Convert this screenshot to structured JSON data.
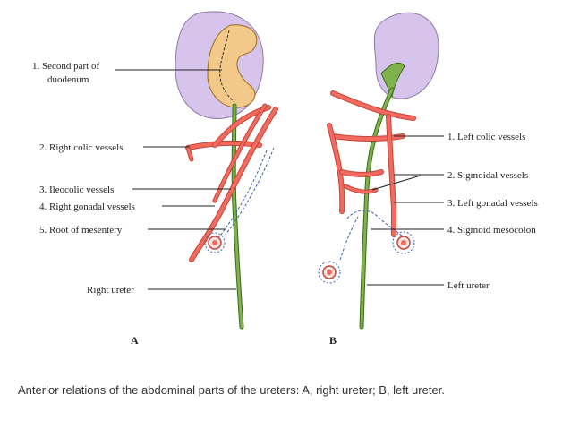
{
  "panels": [
    {
      "letter": "A",
      "labels": [
        {
          "lines": [
            "1. Second part of",
            "duodenum"
          ]
        },
        {
          "lines": [
            "2. Right colic vessels"
          ]
        },
        {
          "lines": [
            "3. Ileocolic vessels"
          ]
        },
        {
          "lines": [
            "4. Right gonadal vessels"
          ]
        },
        {
          "lines": [
            "5. Root of mesentery"
          ]
        },
        {
          "lines": [
            "Right ureter"
          ]
        }
      ]
    },
    {
      "letter": "B",
      "labels": [
        {
          "lines": [
            "1. Left colic vessels"
          ]
        },
        {
          "lines": [
            "2. Sigmoidal vessels"
          ]
        },
        {
          "lines": [
            "3. Left gonadal vessels"
          ]
        },
        {
          "lines": [
            "4. Sigmoid mesocolon"
          ]
        },
        {
          "lines": [
            "Left ureter"
          ]
        }
      ]
    }
  ],
  "caption": "Anterior relations of the abdominal parts of the ureters: A, right ureter; B, left ureter.",
  "colors": {
    "kidney": "#d7c4ec",
    "kidney_stroke": "#8d7aa3",
    "ureter": "#7fb24a",
    "ureter_stroke": "#3e6a1f",
    "vessel": "#f26b5e",
    "vessel_stroke": "#c2443a",
    "duodenum": "#f3c98a",
    "duodenum_stroke": "#a97a33",
    "leader": "#222222"
  }
}
